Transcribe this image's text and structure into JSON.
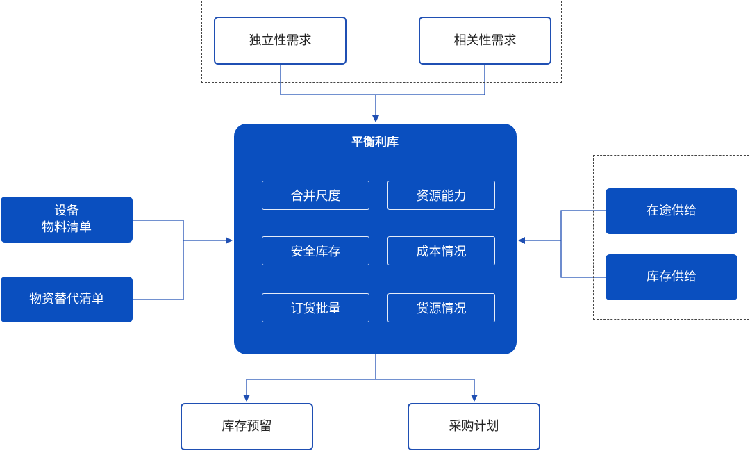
{
  "demand": {
    "independent": "独立性需求",
    "dependent": "相关性需求"
  },
  "center": {
    "title": "平衡利库",
    "factors": [
      "合并尺度",
      "资源能力",
      "安全库存",
      "成本情况",
      "订货批量",
      "货源情况"
    ]
  },
  "inputs_left": {
    "bom_line1": "设备",
    "bom_line2": "物料清单",
    "substitute": "物资替代清单"
  },
  "supply_right": {
    "in_transit": "在途供给",
    "stock": "库存供给"
  },
  "outputs": {
    "reserve": "库存预留",
    "purchase": "采购计划"
  },
  "colors": {
    "primary": "#0a4fbf",
    "line": "#1f4fb3",
    "dashed_border": "#444444"
  }
}
